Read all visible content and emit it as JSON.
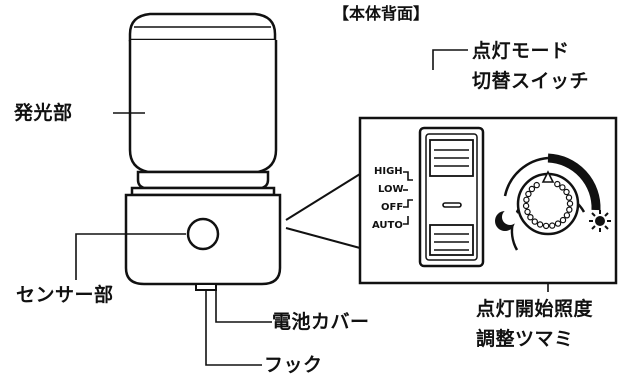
{
  "header": {
    "back_view_label": "【本体背面】"
  },
  "callouts": {
    "light_emitting": "発光部",
    "sensor": "センサー部",
    "battery_cover": "電池カバー",
    "hook": "フック",
    "mode_switch_line1": "点灯モード",
    "mode_switch_line2": "切替スイッチ",
    "dial_line1": "点灯開始照度",
    "dial_line2": "調整ツマミ"
  },
  "switch": {
    "positions": [
      "HIGH",
      "LOW",
      "OFF",
      "AUTO"
    ]
  },
  "icons": {
    "dark": "moon-icon",
    "bright": "sun-icon",
    "pointer": "triangle-pointer-icon"
  },
  "colors": {
    "line": "#111111",
    "body_top": "#ffffff",
    "body_bottom": "#ffffff"
  }
}
